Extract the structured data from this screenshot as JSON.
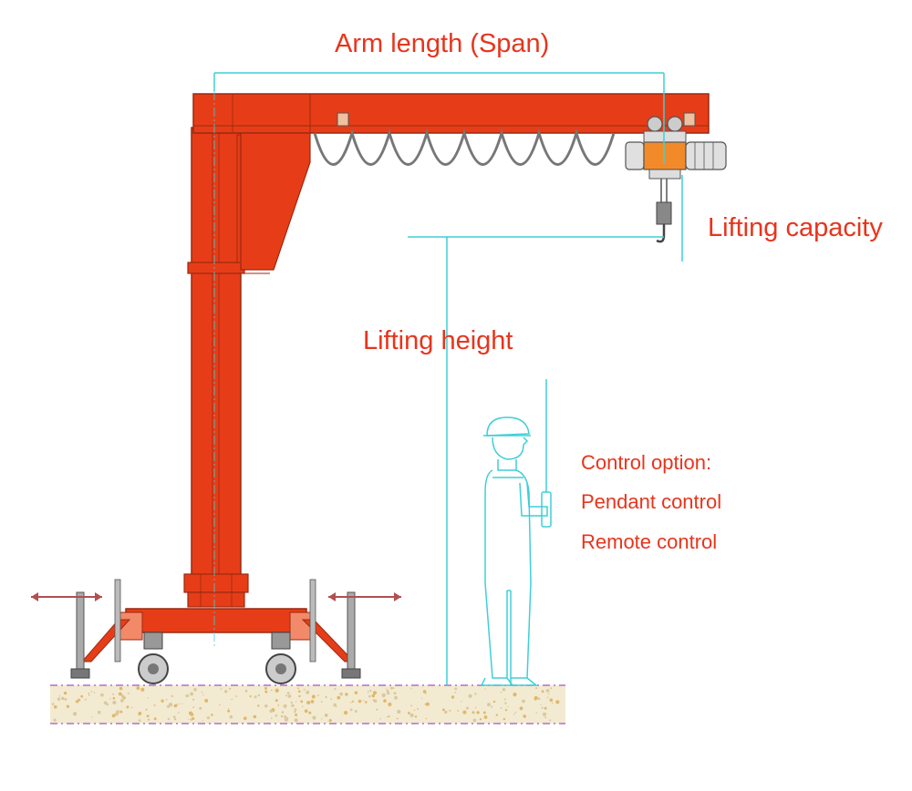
{
  "labels": {
    "arm_length": "Arm length (Span)",
    "lifting_capacity": "Lifting capacity",
    "lifting_height": "Lifting height",
    "control_option": "Control option:",
    "pendant_control": "Pendant control",
    "remote_control": "Remote control"
  },
  "colors": {
    "crane": "#e63d18",
    "crane_outline": "#9a2a10",
    "dimension": "#3fcfd6",
    "label": "#e8341c",
    "ground": "#f3ead2",
    "ground_speck": "#e0b86a",
    "ground_border": "#b070c8",
    "cable": "#777777",
    "metal": "#888888"
  }
}
